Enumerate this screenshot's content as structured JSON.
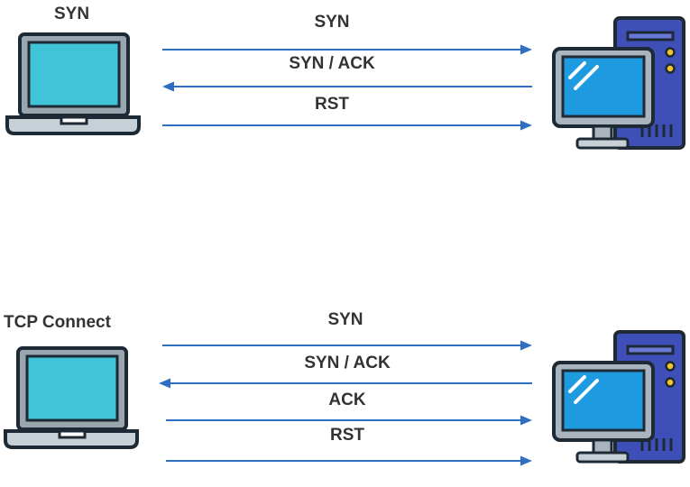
{
  "diagrams": [
    {
      "title": "SYN",
      "messages": [
        {
          "label": "SYN",
          "direction": "client-to-server"
        },
        {
          "label": "SYN / ACK",
          "direction": "server-to-client"
        },
        {
          "label": "RST",
          "direction": "client-to-server"
        }
      ]
    },
    {
      "title": "TCP Connect",
      "messages": [
        {
          "label": "SYN",
          "direction": "client-to-server"
        },
        {
          "label": "SYN / ACK",
          "direction": "server-to-client"
        },
        {
          "label": "ACK",
          "direction": "client-to-server"
        },
        {
          "label": "RST",
          "direction": "client-to-server"
        }
      ]
    }
  ],
  "colors": {
    "arrow": "#2e6fc2",
    "text": "#333333",
    "screen": "#40c4d8",
    "laptop_body": "#9aa6ae",
    "monitor_screen": "#1d9ae0",
    "tower": "#3f4fb8",
    "outline": "#1d2a36"
  },
  "icons": {
    "client": "laptop-icon",
    "server": "desktop-computer-icon"
  }
}
